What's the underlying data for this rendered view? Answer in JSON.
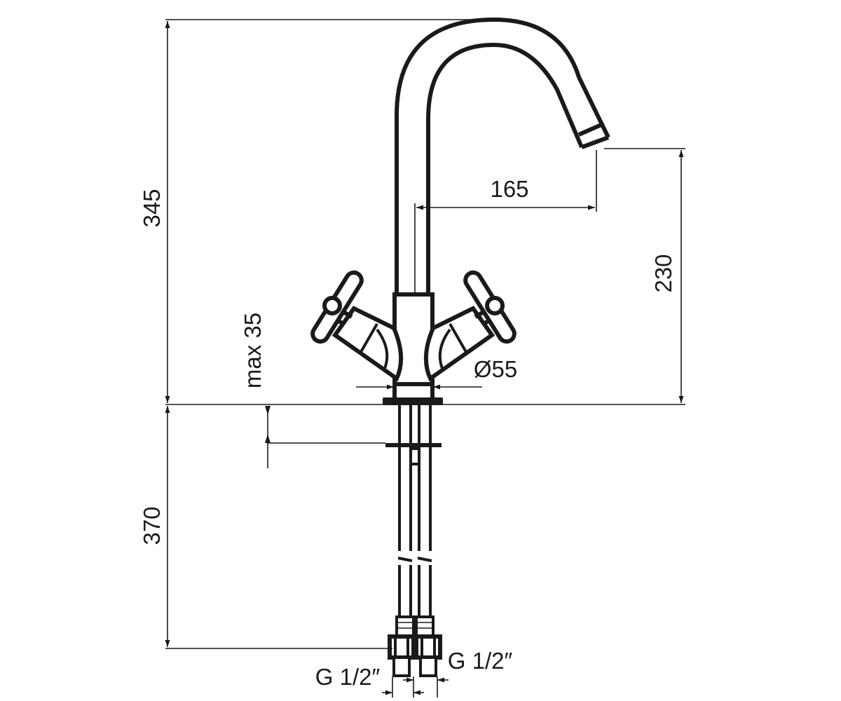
{
  "dimensions": {
    "total_height": "345",
    "spout_reach": "165",
    "spout_height": "230",
    "max_thickness": "max 35",
    "base_diameter": "Ø55",
    "hose_length": "370",
    "thread_left": "G 1/2″",
    "thread_right": "G 1/2″"
  },
  "colors": {
    "line": "#1a1a1a",
    "background": "#ffffff"
  }
}
